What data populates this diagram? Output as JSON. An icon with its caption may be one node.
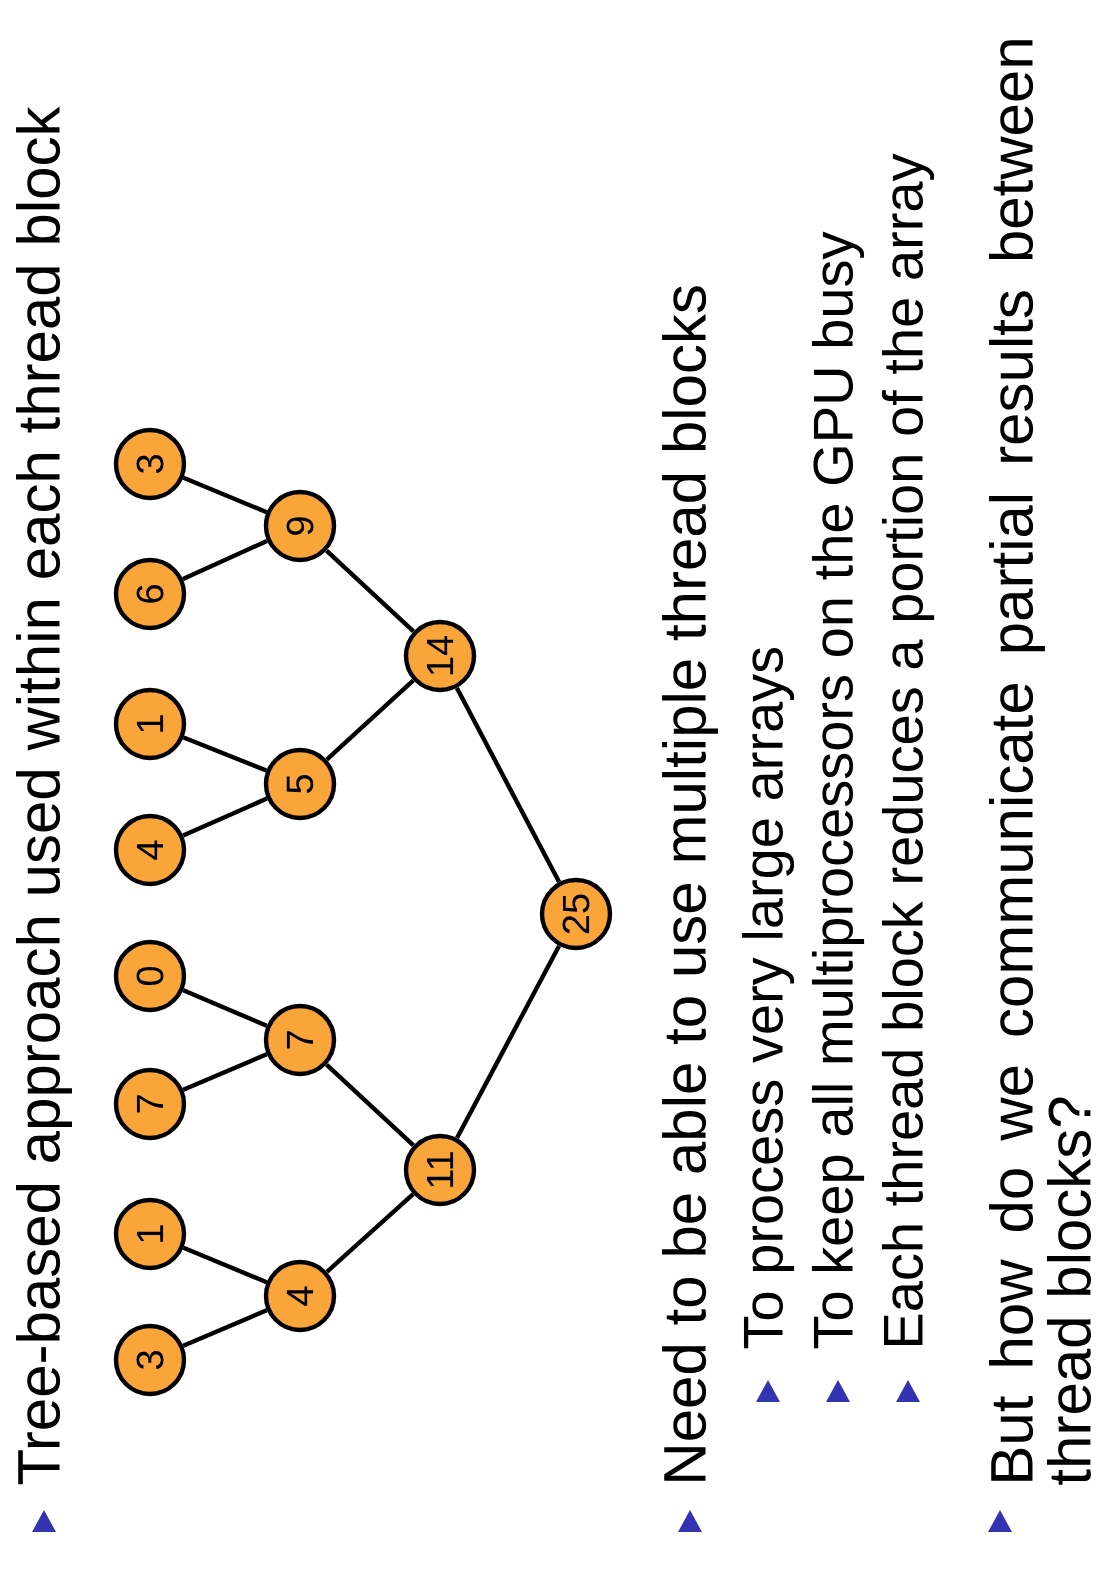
{
  "diagram": {
    "nodes": [
      {
        "text": [
          "3"
        ]
      },
      {
        "text": [
          "1"
        ]
      },
      {
        "text": [
          "7"
        ]
      },
      {
        "text": [
          "0"
        ]
      },
      {
        "text": [
          "4"
        ]
      },
      {
        "text": [
          "1"
        ]
      },
      {
        "text": [
          "6"
        ]
      },
      {
        "text": [
          "3"
        ]
      },
      {
        "text": [
          "4"
        ]
      },
      {
        "text": [
          "7"
        ]
      },
      {
        "text": [
          "5"
        ]
      },
      {
        "text": [
          "9"
        ]
      },
      {
        "text": [
          "11"
        ]
      },
      {
        "text": [
          "14"
        ]
      },
      {
        "text": [
          "25"
        ]
      }
    ],
    "edges": [
      {
        "from": 0,
        "to": 8,
        "arrow": "none"
      },
      {
        "from": 1,
        "to": 8,
        "arrow": "none"
      },
      {
        "from": 2,
        "to": 9,
        "arrow": "none"
      },
      {
        "from": 3,
        "to": 9,
        "arrow": "none"
      },
      {
        "from": 4,
        "to": 10,
        "arrow": "none"
      },
      {
        "from": 5,
        "to": 10,
        "arrow": "none"
      },
      {
        "from": 6,
        "to": 11,
        "arrow": "none"
      },
      {
        "from": 7,
        "to": 11,
        "arrow": "none"
      },
      {
        "from": 8,
        "to": 12,
        "arrow": "none"
      },
      {
        "from": 9,
        "to": 12,
        "arrow": "none"
      },
      {
        "from": 10,
        "to": 13,
        "arrow": "none"
      },
      {
        "from": 11,
        "to": 13,
        "arrow": "none"
      },
      {
        "from": 12,
        "to": 14,
        "arrow": "none"
      },
      {
        "from": 13,
        "to": 14,
        "arrow": "none"
      }
    ],
    "labels": [
      "Tree-based approach used within each thread block",
      "Need to be able to use multiple thread blocks",
      "To process very large arrays",
      "To keep all multiprocessors on the GPU busy",
      "Each thread block reduces a portion of the array",
      "But how do we communicate partial results between thread blocks?"
    ]
  }
}
